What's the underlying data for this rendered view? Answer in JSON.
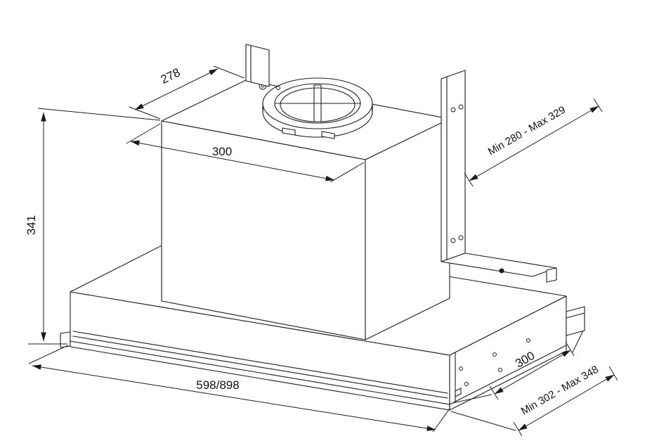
{
  "drawing": {
    "background": "#ffffff",
    "line_color": "#1c1c1c",
    "labels": {
      "depth_top": "278",
      "width_top": "300",
      "height": "341",
      "width_total": "598/898",
      "bracket_depth": "Min 280 - Max 329",
      "depth_right": "300",
      "depth_total": "Min 302 - Max 348"
    }
  }
}
